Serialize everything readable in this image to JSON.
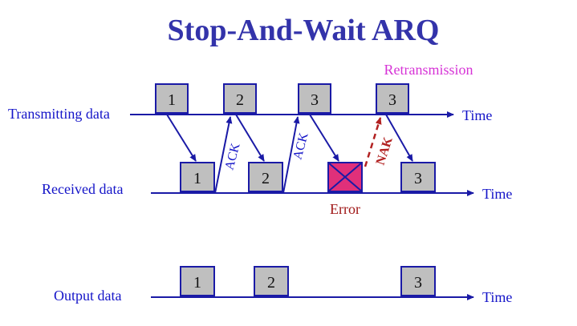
{
  "title": "Stop-And-Wait ARQ",
  "colors": {
    "title": "#3333aa",
    "line": "#1a1aa6",
    "text_blue": "#1414c8",
    "box_fill": "#bfbfbf",
    "error_fill": "#e0307a",
    "error_text": "#a01818",
    "retransmission": "#d633d6",
    "nak": "#b22222"
  },
  "rows": {
    "transmit": {
      "label": "Transmitting data",
      "time": "Time"
    },
    "receive": {
      "label": "Received data",
      "time": "Time"
    },
    "output": {
      "label": "Output data",
      "time": "Time"
    }
  },
  "transmit_frames": [
    "1",
    "2",
    "3",
    "3"
  ],
  "receive_frames": [
    "1",
    "2",
    "",
    "3"
  ],
  "output_frames": [
    "1",
    "2",
    "3"
  ],
  "ack_label": "ACK",
  "nak_label": "NAK",
  "error_label": "Error",
  "retransmission_label": "Retransmission",
  "icons": {
    "error": "x-cross-icon"
  }
}
